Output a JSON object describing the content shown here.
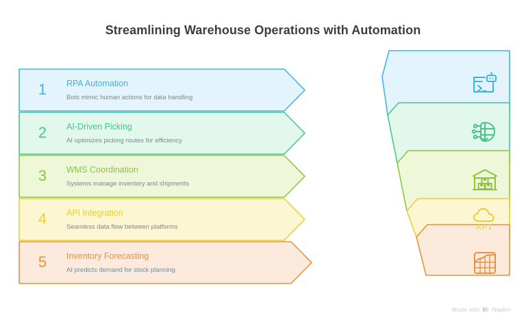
{
  "title": "Streamlining Warehouse Operations with Automation",
  "colors": {
    "title_text": "#3d3d3d",
    "description_text": "#7b8794",
    "watermark_text": "#c9ccd1",
    "background": "#ffffff"
  },
  "steps": [
    {
      "number": "1",
      "title": "RPA Automation",
      "description": "Bots mimic human actions for data handling",
      "stroke": "#3fb3e8",
      "fill": "#e3f4fd",
      "icon": "terminal-bot-icon"
    },
    {
      "number": "2",
      "title": "AI-Driven Picking",
      "description": "AI optimizes picking routes for efficiency",
      "stroke": "#46c68a",
      "fill": "#e2f8ec",
      "icon": "ai-brain-circuit-icon"
    },
    {
      "number": "3",
      "title": "WMS Coordination",
      "description": "Systems manage inventory and shipments",
      "stroke": "#8cc63f",
      "fill": "#eef7d8",
      "icon": "warehouse-boxes-icon"
    },
    {
      "number": "4",
      "title": "API Integration",
      "description": "Seamless data flow between platforms",
      "stroke": "#e8d030",
      "fill": "#fdf6d2",
      "icon": "cloud-api-icon"
    },
    {
      "number": "5",
      "title": "Inventory Forecasting",
      "description": "AI predicts demand for stock planning",
      "stroke": "#e8923c",
      "fill": "#fcebdc",
      "icon": "forecast-chart-icon"
    }
  ],
  "funnel": {
    "bands": [
      {
        "label": "RPA Automation",
        "stroke": "#3fb3e8",
        "fill": "#e3f4fd",
        "icon": "terminal-bot-icon"
      },
      {
        "label": "AI-Driven Picking",
        "stroke": "#46c68a",
        "fill": "#e2f8ec",
        "icon": "ai-brain-circuit-icon"
      },
      {
        "label": "WMS Coordination",
        "stroke": "#8cc63f",
        "fill": "#eef7d8",
        "icon": "warehouse-boxes-icon"
      },
      {
        "label": "API Integration",
        "stroke": "#e8d030",
        "fill": "#fdf6d2",
        "icon": "cloud-api-icon"
      },
      {
        "label": "Inventory Forecasting",
        "stroke": "#e8923c",
        "fill": "#fcebdc",
        "icon": "forecast-chart-icon"
      }
    ]
  },
  "icon_labels": {
    "cloud_api_text": "API"
  },
  "watermark": {
    "prefix": "Made with",
    "brand": "Napkin"
  }
}
